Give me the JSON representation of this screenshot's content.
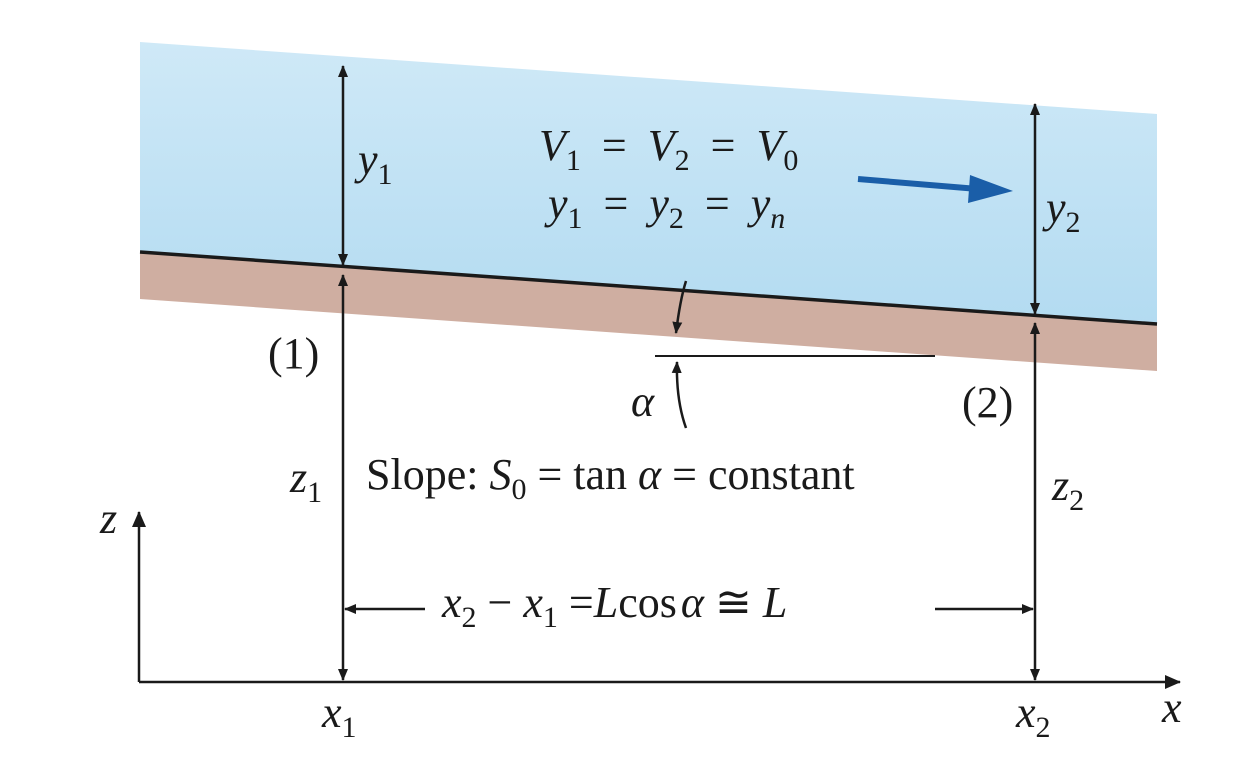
{
  "figure": {
    "equations": {
      "velocity": {
        "v1_sym": "V",
        "v1_sub": "1",
        "eq1": "=",
        "v2_sym": "V",
        "v2_sub": "2",
        "eq2": "=",
        "v0_sym": "V",
        "v0_sub": "0"
      },
      "depth": {
        "y1_sym": "y",
        "y1_sub": "1",
        "eq1": "=",
        "y2_sym": "y",
        "y2_sub": "2",
        "eq2": "=",
        "yn_sym": "y",
        "yn_sub": "n"
      }
    },
    "labels": {
      "depth_left_sym": "y",
      "depth_left_sub": "1",
      "depth_right_sym": "y",
      "depth_right_sub": "2",
      "section_left": "(1)",
      "section_right": "(2)",
      "angle": "α",
      "elev_left_sym": "z",
      "elev_left_sub": "1",
      "elev_right_sym": "z",
      "elev_right_sub": "2",
      "z_axis": "z",
      "x_axis": "x",
      "x1_sym": "x",
      "x1_sub": "1",
      "x2_sym": "x",
      "x2_sub": "2"
    },
    "slope": {
      "prefix": "Slope: ",
      "s_sym": "S",
      "s_sub": "0",
      "eq1": " = tan ",
      "alpha": "α",
      "eq2": " = constant"
    },
    "distance": {
      "x2_sym": "x",
      "x2_sub": "2",
      "minus": " − ",
      "x1_sym": "x",
      "x1_sub": "1",
      "eq": " =",
      "L1": "L",
      "cos": "cos",
      "alpha": "α",
      "approx": " ≅ ",
      "L2": "L"
    },
    "colors": {
      "water_top": "#c8e6f5",
      "water_bottom": "#b5dcf2",
      "channel_bed": "#cfada0",
      "flow_arrow": "#1a5ea8",
      "lines": "#1a1a1a"
    }
  }
}
